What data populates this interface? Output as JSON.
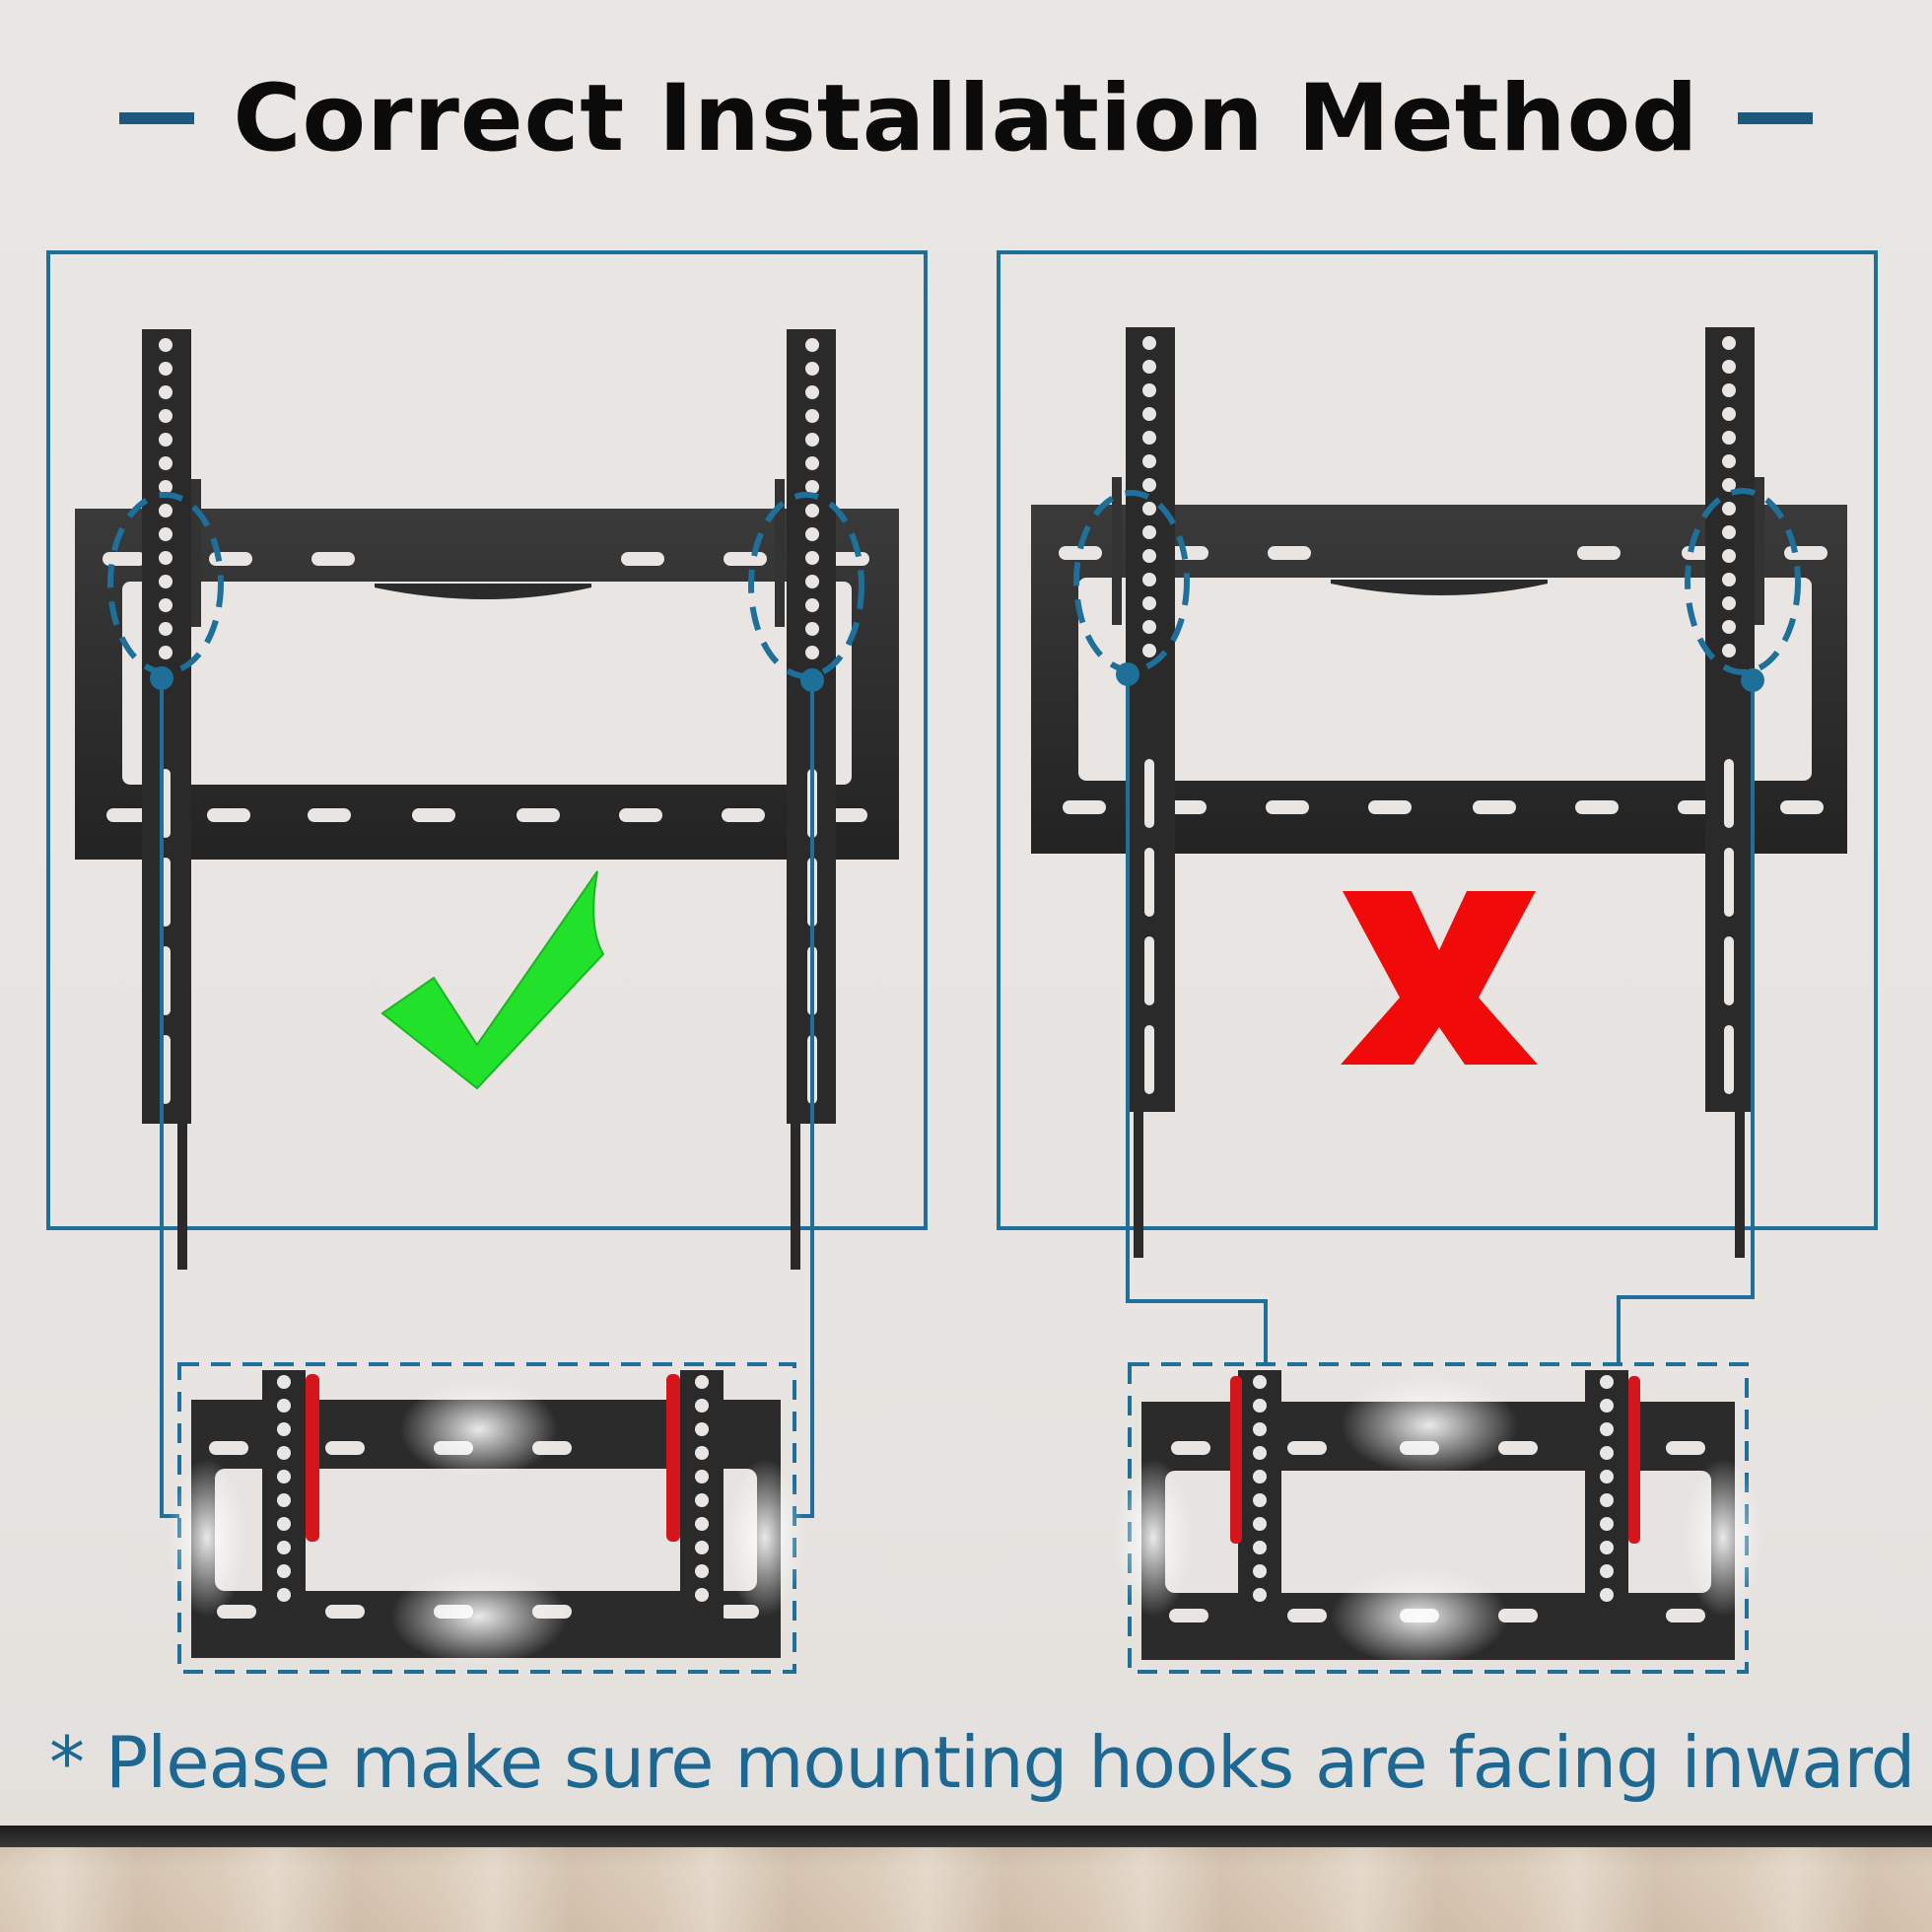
{
  "title": "Correct Installation Method",
  "footer_note": "* Please make sure mounting hooks are facing inward",
  "panels": [
    {
      "id": "correct",
      "status": "correct",
      "status_icon": "green-check-icon",
      "status_color": "#22e12a"
    },
    {
      "id": "incorrect",
      "status": "incorrect",
      "status_icon": "red-x-icon",
      "status_color": "#f00a0a"
    }
  ],
  "colors": {
    "accent": "#1e6f99",
    "title_dash": "#1d587d",
    "bracket": "#2b2b2b",
    "hook_highlight": "#d4161c",
    "check": "#22e12a",
    "cross": "#f00a0a"
  }
}
